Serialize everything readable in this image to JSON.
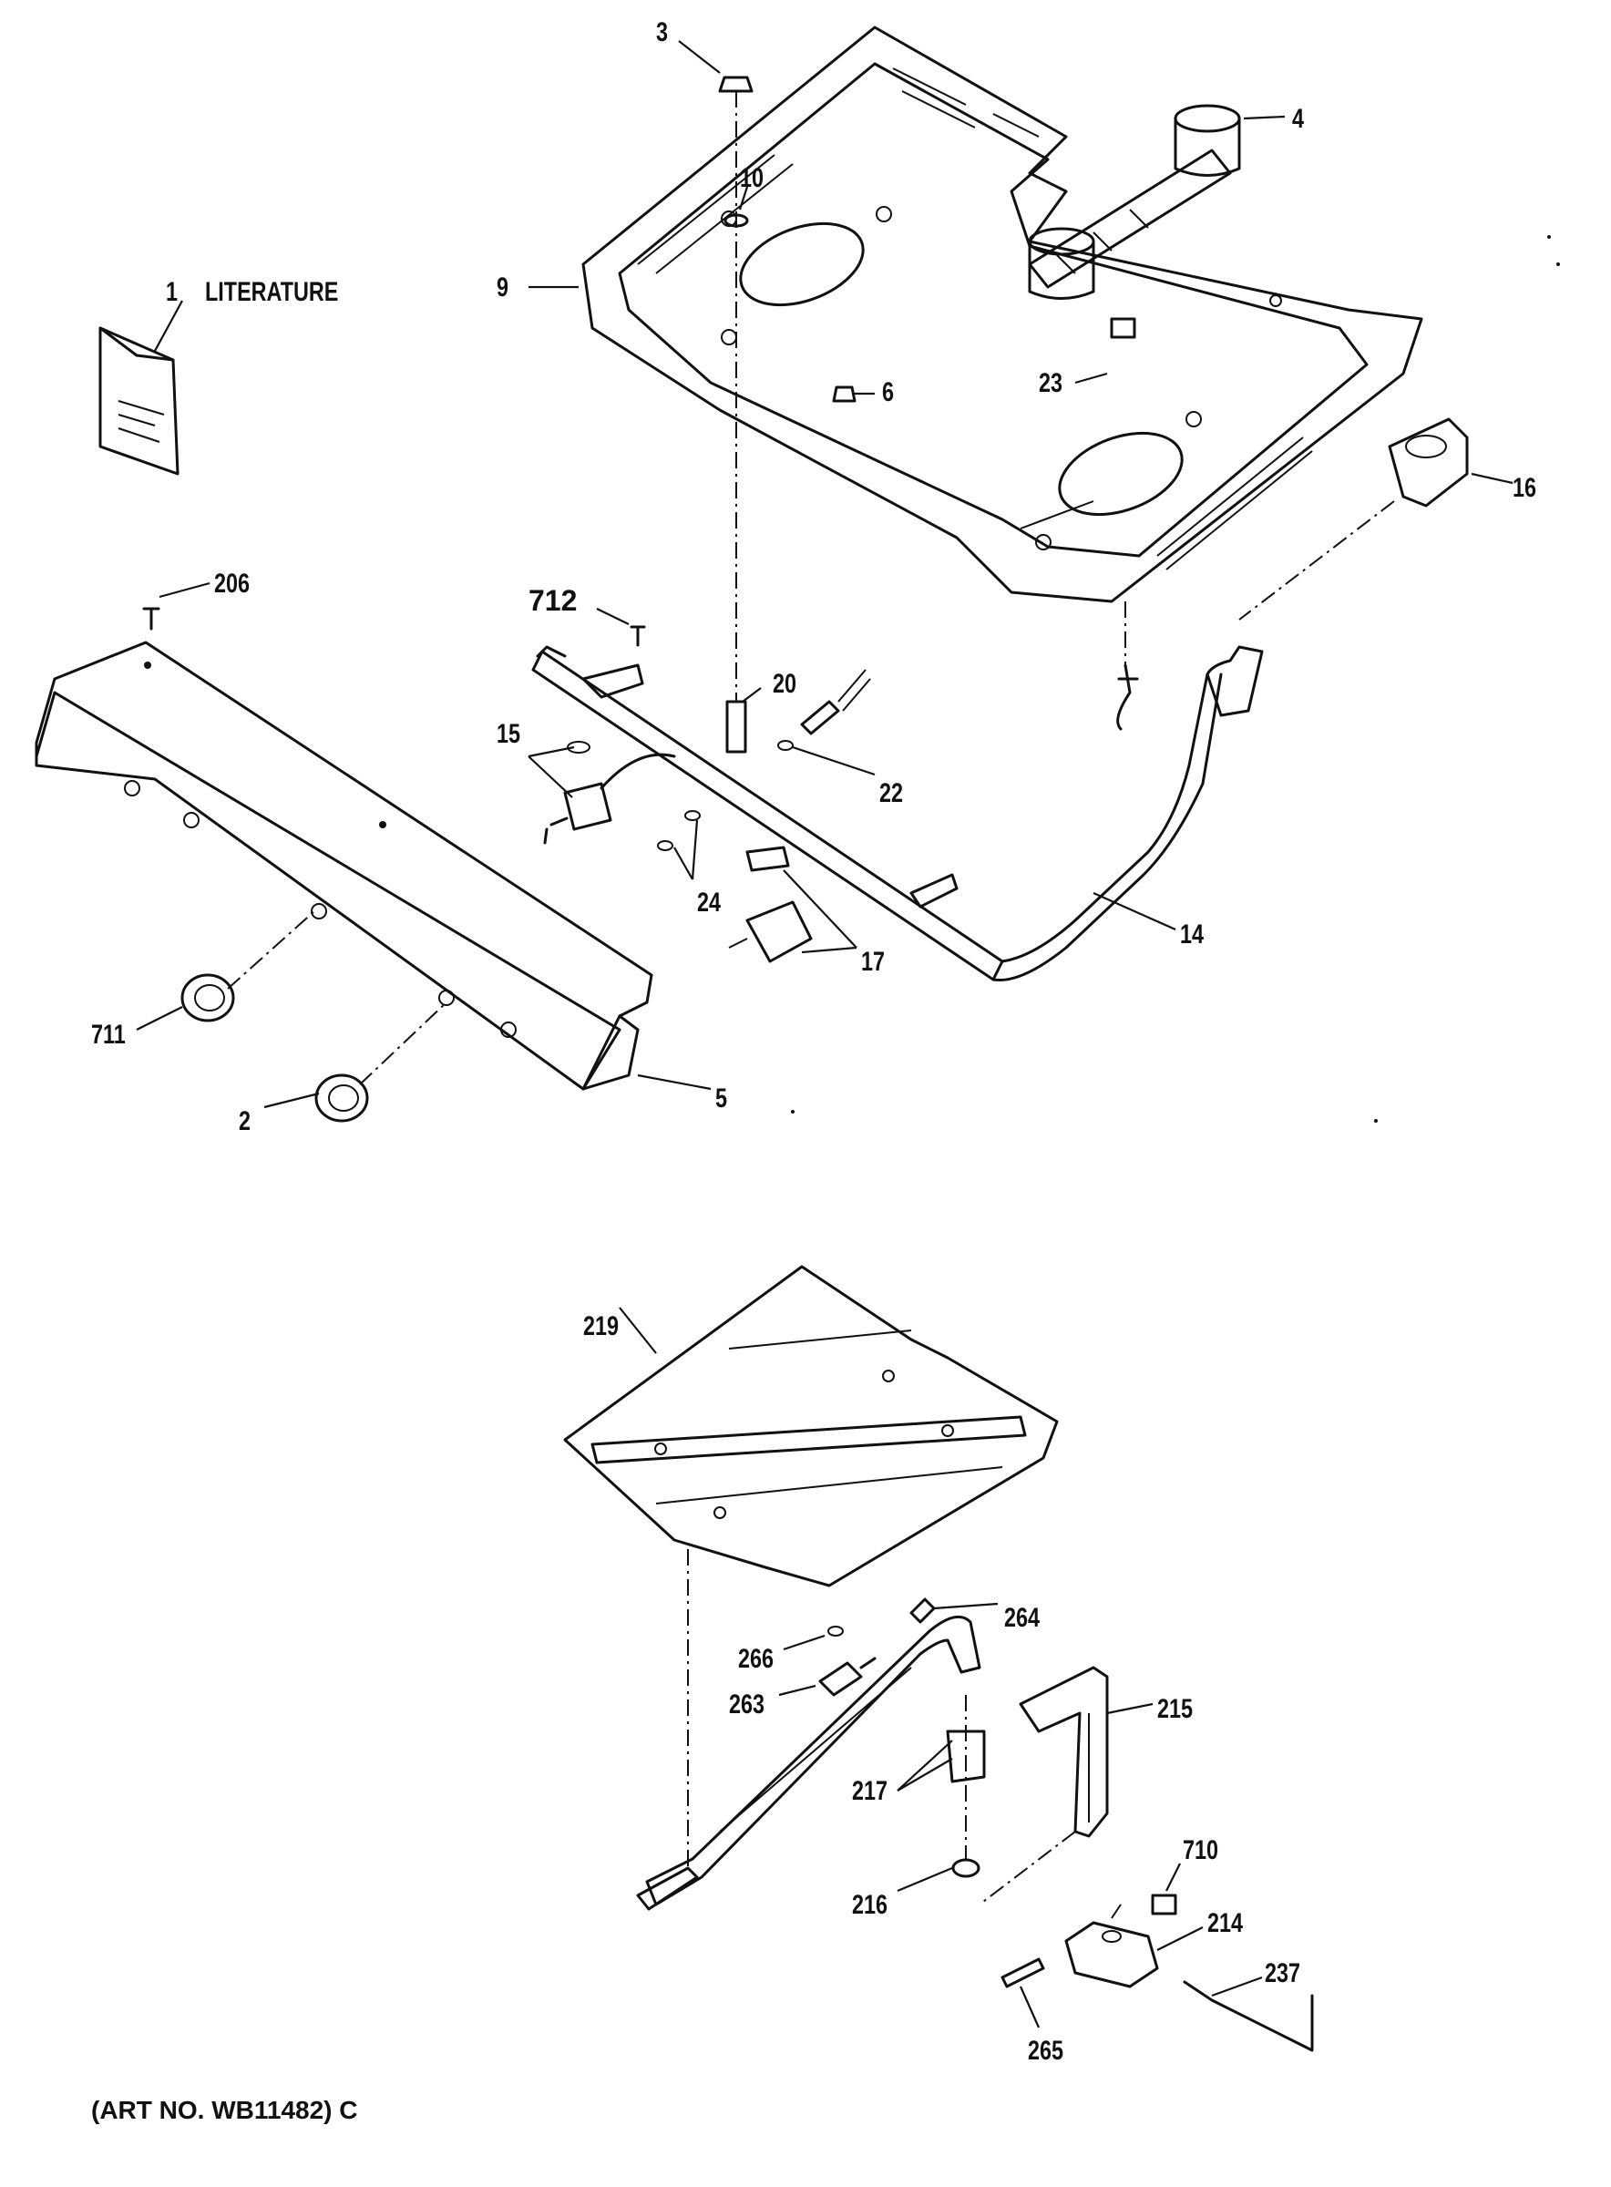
{
  "labels": {
    "p1": "1",
    "p1_text": "LITERATURE",
    "p2": "2",
    "p3": "3",
    "p4": "4",
    "p5": "5",
    "p6": "6",
    "p9": "9",
    "p10": "10",
    "p14": "14",
    "p15": "15",
    "p16": "16",
    "p17": "17",
    "p20": "20",
    "p22": "22",
    "p23": "23",
    "p24": "24",
    "p206": "206",
    "p711": "711",
    "p712": "712",
    "p219": "219",
    "p264": "264",
    "p266": "266",
    "p263": "263",
    "p215": "215",
    "p217": "217",
    "p216": "216",
    "p710": "710",
    "p214": "214",
    "p237": "237",
    "p265": "265"
  },
  "footer": {
    "art_number": "(ART NO. WB11482) C"
  }
}
